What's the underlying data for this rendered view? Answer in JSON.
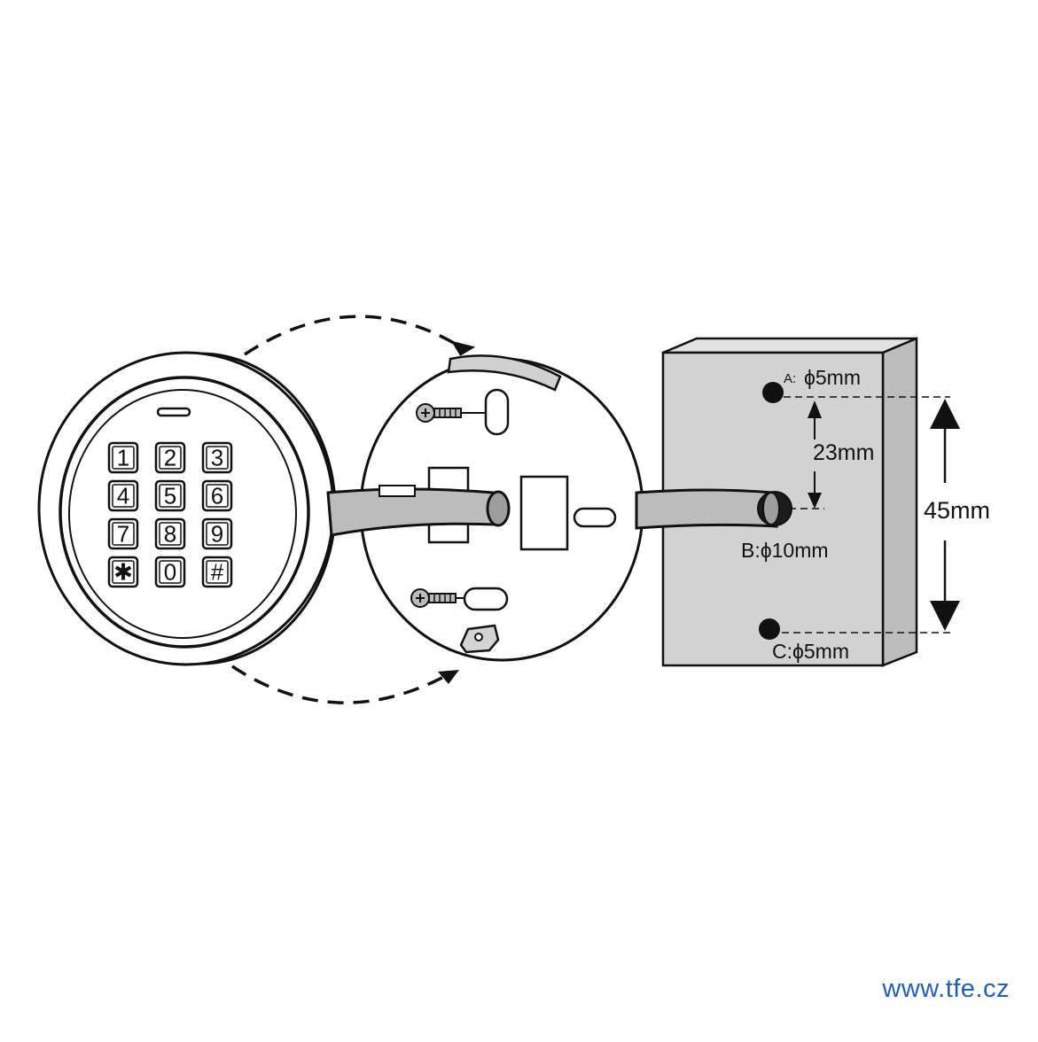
{
  "colors": {
    "line": "#111111",
    "box_fill": "#d2d2d2",
    "box_side": "#bdbdbd",
    "cable_fill": "#bcbcbc",
    "url": "#1f5fbf"
  },
  "keypad": {
    "keys": [
      "1",
      "2",
      "3",
      "4",
      "5",
      "6",
      "7",
      "8",
      "9",
      "✱",
      "0",
      "#"
    ]
  },
  "dimensions": {
    "hole_a_prefix": "A:",
    "hole_a_size": "ϕ5mm",
    "spacing_small": "23mm",
    "spacing_large": "45mm",
    "hole_b": "B:ϕ10mm",
    "hole_c": "C:ϕ5mm"
  },
  "footer": {
    "url": "www.tfe.cz"
  }
}
